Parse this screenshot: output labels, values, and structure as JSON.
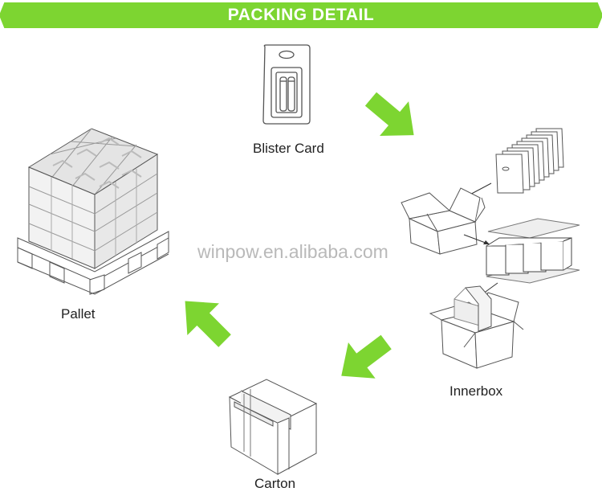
{
  "banner": {
    "title": "PACKING DETAIL"
  },
  "steps": {
    "blister_card": "Blister Card",
    "innerbox": "Innerbox",
    "carton": "Carton",
    "pallet": "Pallet"
  },
  "watermark": "winpow.en.alibaba.com",
  "colors": {
    "accent": "#7dd531",
    "line": "#555555"
  }
}
